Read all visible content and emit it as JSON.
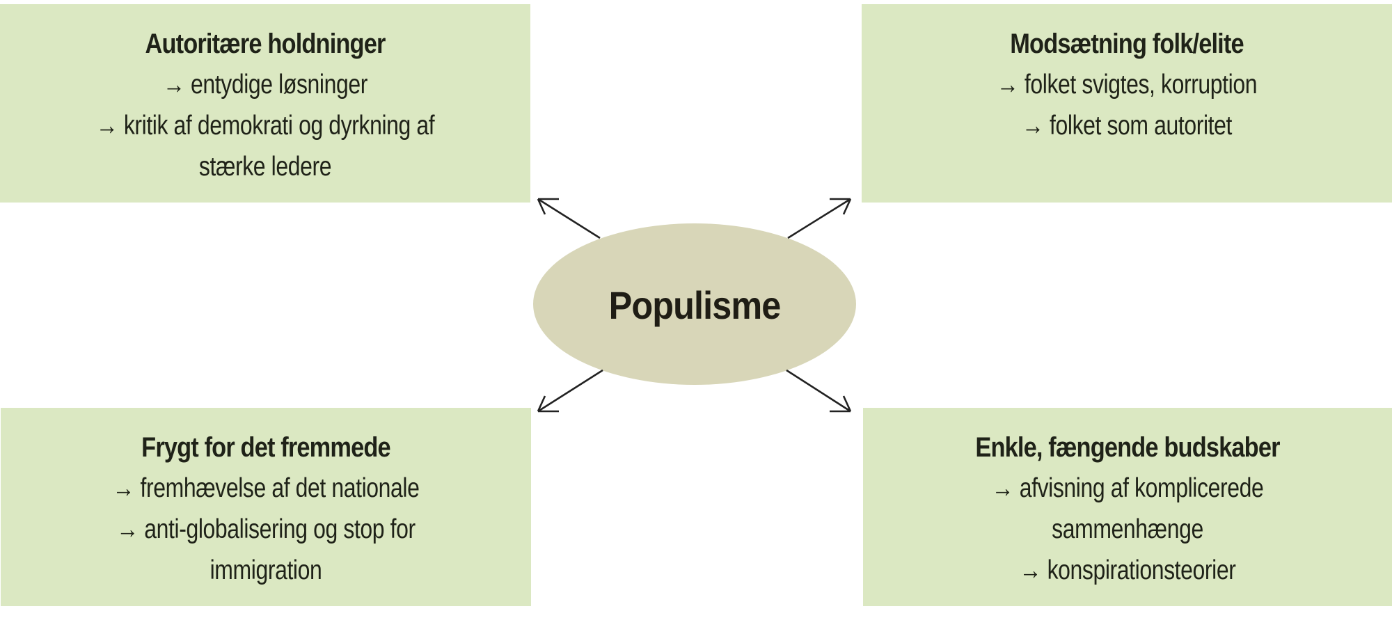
{
  "diagram": {
    "center": {
      "label": "Populisme",
      "fill": "#d8d6b8"
    },
    "box_fill": "#dbe8c2",
    "boxes": [
      {
        "position": "top-left",
        "title": "Autoritære holdninger",
        "lines": [
          "→ entydige løsninger",
          "→ kritik af demokrati og dyrkning af",
          "stærke ledere"
        ]
      },
      {
        "position": "top-right",
        "title": "Modsætning folk/elite",
        "lines": [
          "→ folket svigtes, korruption",
          "→ folket som autoritet"
        ]
      },
      {
        "position": "bottom-left",
        "title": "Frygt for det fremmede",
        "lines": [
          "→ fremhævelse af det nationale",
          "→ anti-globalisering og stop for",
          "immigration"
        ]
      },
      {
        "position": "bottom-right",
        "title": "Enkle, fængende budskaber",
        "lines": [
          "→ afvisning af komplicerede",
          "sammenhænge",
          "→ konspirationsteorier"
        ]
      }
    ]
  }
}
